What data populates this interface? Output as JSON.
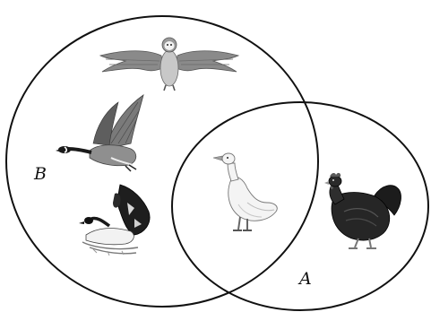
{
  "diagram": {
    "type": "venn",
    "sets": [
      {
        "id": "B",
        "label": "B",
        "members": [
          "owl",
          "canada-goose",
          "diving-bird",
          "white-goose"
        ]
      },
      {
        "id": "A",
        "label": "A",
        "members": [
          "white-goose",
          "hen"
        ]
      }
    ],
    "intersection": [
      "white-goose"
    ],
    "icons": {
      "owl": "owl-icon",
      "canada_goose": "canada-goose-icon",
      "diving_bird": "diving-bird-icon",
      "white_goose": "white-goose-icon",
      "hen": "hen-icon"
    },
    "colors": {
      "outline": "#111111",
      "background": "#ffffff"
    }
  }
}
